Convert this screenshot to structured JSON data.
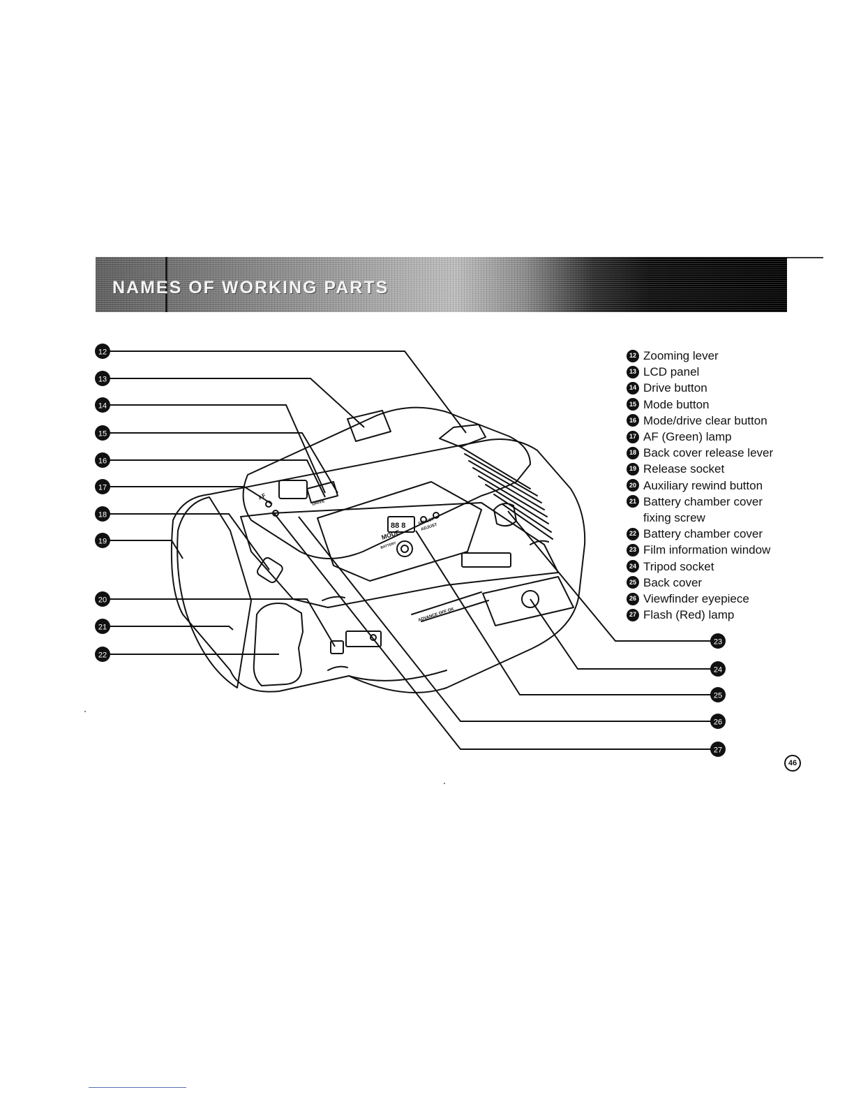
{
  "header": {
    "title": "NAMES OF WORKING PARTS"
  },
  "callouts_left": [
    "12",
    "13",
    "14",
    "15",
    "16",
    "17",
    "18",
    "19",
    "20",
    "21",
    "22"
  ],
  "callouts_right": [
    "23",
    "24",
    "25",
    "26",
    "27"
  ],
  "legend": [
    {
      "num": "12",
      "label": "Zooming lever"
    },
    {
      "num": "13",
      "label": "LCD panel"
    },
    {
      "num": "14",
      "label": "Drive button"
    },
    {
      "num": "15",
      "label": "Mode button"
    },
    {
      "num": "16",
      "label": "Mode/drive clear button"
    },
    {
      "num": "17",
      "label": "AF (Green) lamp"
    },
    {
      "num": "18",
      "label": "Back cover release lever"
    },
    {
      "num": "19",
      "label": "Release socket"
    },
    {
      "num": "20",
      "label": "Auxiliary rewind button"
    },
    {
      "num": "21",
      "label": "Battery chamber cover fixing screw"
    },
    {
      "num": "22",
      "label": "Battery chamber cover"
    },
    {
      "num": "23",
      "label": "Film information window"
    },
    {
      "num": "24",
      "label": "Tripod socket"
    },
    {
      "num": "25",
      "label": "Back cover"
    },
    {
      "num": "26",
      "label": "Viewfinder eyepiece"
    },
    {
      "num": "27",
      "label": "Flash (Red) lamp"
    }
  ],
  "camera_labels": {
    "af": "AF",
    "drive": "DRIVE",
    "mode": "MODE",
    "select": "SELECT",
    "adjust": "ADJUST",
    "lcd": "88 8",
    "battery": "BATTERY",
    "warning": "ADVANCE OFF OK"
  },
  "page_number": "46"
}
